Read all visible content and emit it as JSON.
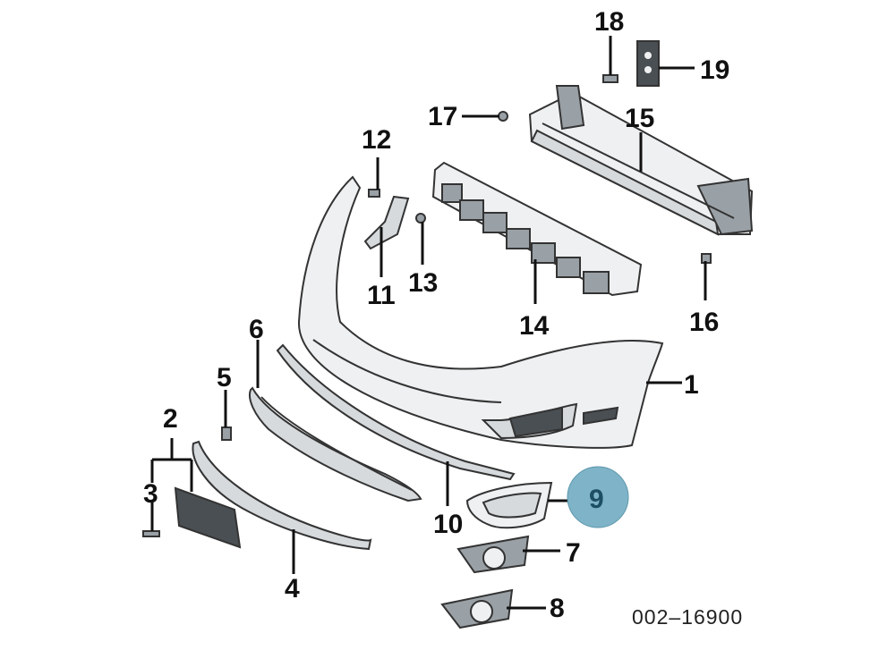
{
  "diagram": {
    "callouts": [
      {
        "id": "1",
        "label": "1"
      },
      {
        "id": "2",
        "label": "2"
      },
      {
        "id": "3",
        "label": "3"
      },
      {
        "id": "4",
        "label": "4"
      },
      {
        "id": "5",
        "label": "5"
      },
      {
        "id": "6",
        "label": "6"
      },
      {
        "id": "7",
        "label": "7"
      },
      {
        "id": "8",
        "label": "8"
      },
      {
        "id": "9",
        "label": "9"
      },
      {
        "id": "10",
        "label": "10"
      },
      {
        "id": "11",
        "label": "11"
      },
      {
        "id": "12",
        "label": "12"
      },
      {
        "id": "13",
        "label": "13"
      },
      {
        "id": "14",
        "label": "14"
      },
      {
        "id": "15",
        "label": "15"
      },
      {
        "id": "16",
        "label": "16"
      },
      {
        "id": "17",
        "label": "17"
      },
      {
        "id": "18",
        "label": "18"
      },
      {
        "id": "19",
        "label": "19"
      }
    ],
    "highlighted_callout": "9",
    "highlight_color": "#7fb3c7",
    "document_number": "002–16900"
  }
}
